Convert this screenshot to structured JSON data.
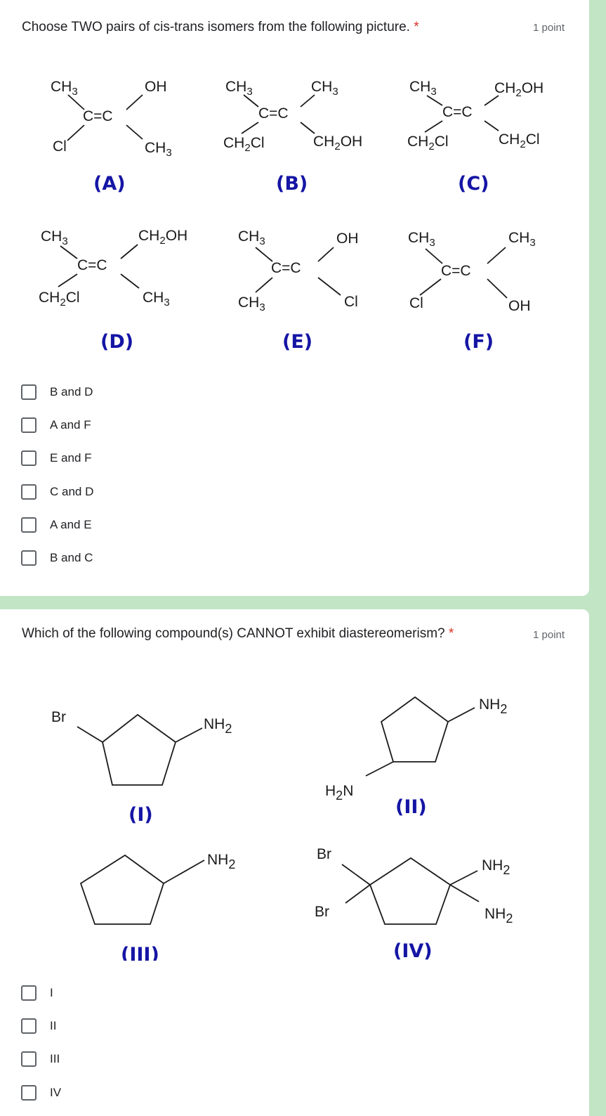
{
  "question1": {
    "title": "Choose TWO pairs of cis-trans isomers from the following picture.",
    "required_mark": "*",
    "points": "1 point",
    "structures": [
      {
        "label": "(A)",
        "top_left": "CH3",
        "bottom_left": "Cl",
        "top_right": "OH",
        "bottom_right": "CH3"
      },
      {
        "label": "(B)",
        "top_left": "CH3",
        "bottom_left": "CH2Cl",
        "top_right": "CH3",
        "bottom_right": "CH2OH"
      },
      {
        "label": "(C)",
        "top_left": "CH3",
        "bottom_left": "CH2Cl",
        "top_right": "CH2OH",
        "bottom_right": "CH2Cl"
      },
      {
        "label": "(D)",
        "top_left": "CH3",
        "bottom_left": "CH2Cl",
        "top_right": "CH2OH",
        "bottom_right": "CH3"
      },
      {
        "label": "(E)",
        "top_left": "CH3",
        "bottom_left": "CH3",
        "top_right": "OH",
        "bottom_right": "Cl"
      },
      {
        "label": "(F)",
        "top_left": "CH3",
        "bottom_left": "Cl",
        "top_right": "CH3",
        "bottom_right": "OH"
      }
    ],
    "double_bond": "C=C",
    "options": [
      "B and D",
      "A and F",
      "E and F",
      "C and D",
      "A and E",
      "B and C"
    ]
  },
  "question2": {
    "title": "Which of the following compound(s) CANNOT exhibit diastereomerism?",
    "required_mark": "*",
    "points": "1 point",
    "structures": [
      {
        "label": "(I)",
        "substituents": [
          "Br",
          "NH2"
        ]
      },
      {
        "label": "(II)",
        "substituents": [
          "NH2",
          "H2N"
        ]
      },
      {
        "label": "(III)",
        "substituents": [
          "NH2"
        ]
      },
      {
        "label": "(IV)",
        "substituents": [
          "Br",
          "Br",
          "NH2",
          "NH2"
        ]
      }
    ],
    "options": [
      "I",
      "II",
      "III",
      "IV"
    ]
  },
  "colors": {
    "background": "#c2e5c6",
    "card": "#ffffff",
    "required": "#d93025",
    "structure_label": "#1515a5"
  }
}
